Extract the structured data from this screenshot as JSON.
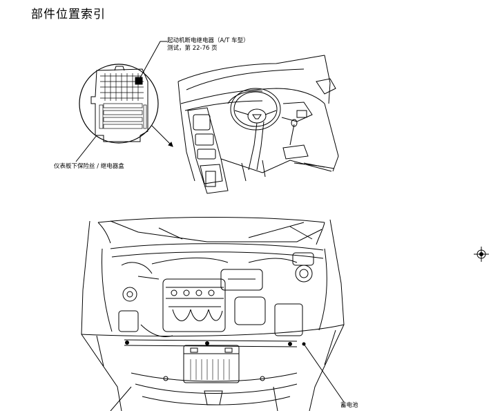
{
  "page": {
    "title": "部件位置索引"
  },
  "callouts": {
    "starter_relay_label": "起动机断电继电器（A/T 车型）",
    "starter_relay_ref": "测试，第 22-76 页",
    "fuse_box_label": "仪表板下保险丝 / 继电器盒",
    "battery_label": "蓄电池"
  }
}
